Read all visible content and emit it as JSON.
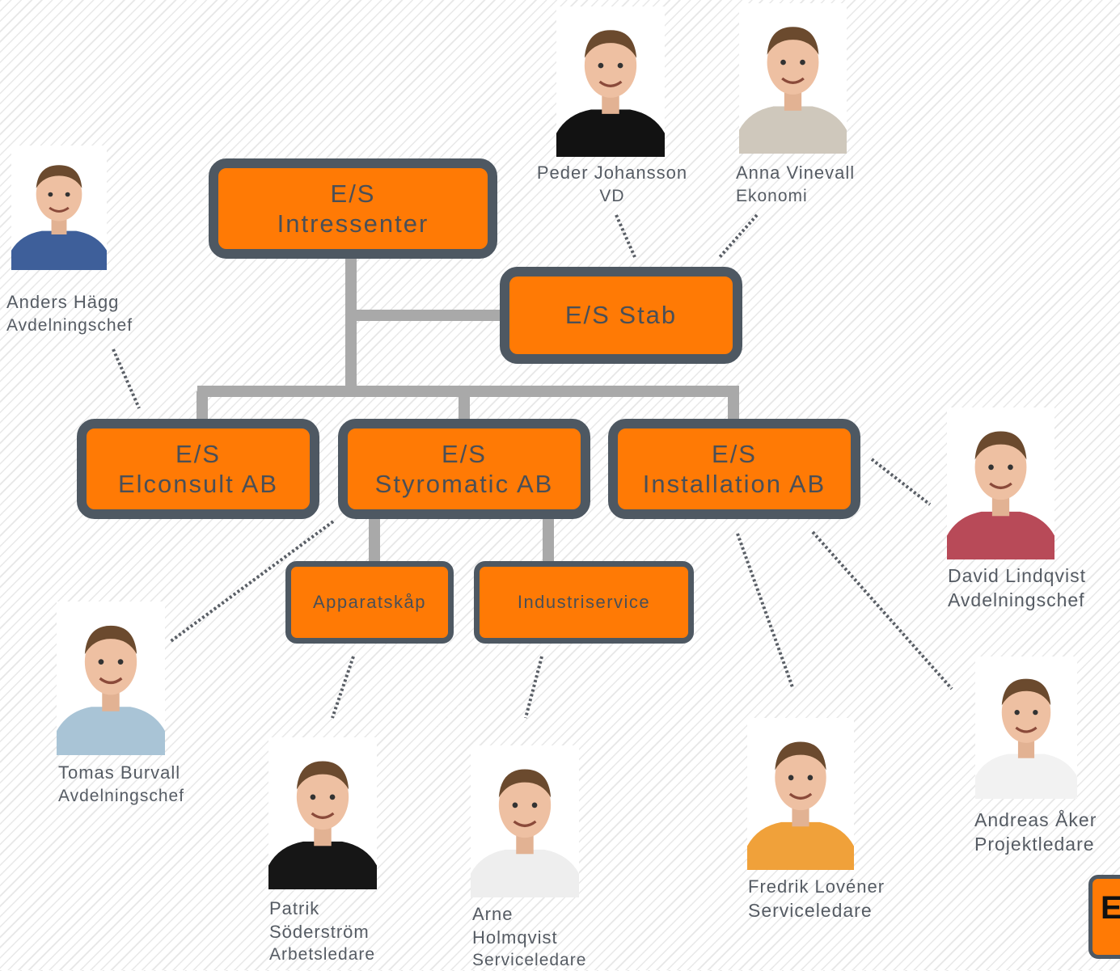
{
  "colors": {
    "box_fill": "#ff7a05",
    "box_border": "#4e5862",
    "connector": "#a9a9a9",
    "dotted": "#5a5f66",
    "text": "#555b63"
  },
  "units": {
    "intressenter": {
      "line1": "E/S",
      "line2": "Intressenter"
    },
    "stab": {
      "line1": "E/S Stab"
    },
    "elconsult": {
      "line1": "E/S",
      "line2": "Elconsult AB"
    },
    "styromatic": {
      "line1": "E/S",
      "line2": "Styromatic AB"
    },
    "installation": {
      "line1": "E/S",
      "line2": "Installation AB"
    },
    "apparatskap": {
      "line1": "Apparatskåp"
    },
    "industriservice": {
      "line1": "Industriservice"
    }
  },
  "people": {
    "peder": {
      "name": "Peder Johansson",
      "role": "VD",
      "shirt": "#121212"
    },
    "anna": {
      "name": "Anna Vinevall",
      "role": "Ekonomi",
      "shirt": "#cfc8bc"
    },
    "anders": {
      "name": "Anders Hägg",
      "role": "Avdelningschef",
      "shirt": "#3e5f9a"
    },
    "david": {
      "name": "David Lindqvist",
      "role": "Avdelningschef",
      "shirt": "#b84a58"
    },
    "tomas": {
      "name": "Tomas Burvall",
      "role": "Avdelningschef",
      "shirt": "#a9c4d6"
    },
    "patrik": {
      "name": "Patrik Söderström",
      "name_line1": "Patrik",
      "name_line2": "Söderström",
      "role": "Arbetsledare",
      "shirt": "#161616"
    },
    "arne": {
      "name": "Arne Holmqvist",
      "name_line1": "Arne",
      "name_line2": "Holmqvist",
      "role": "Serviceledare",
      "shirt": "#eeeeee"
    },
    "fredrik": {
      "name": "Fredrik Lovéner",
      "role": "Serviceledare",
      "shirt": "#f0a13a"
    },
    "andreas": {
      "name": "Andreas Åker",
      "role": "Projektledare",
      "shirt": "#f2f2f2"
    }
  },
  "logo": {
    "letter": "E"
  }
}
